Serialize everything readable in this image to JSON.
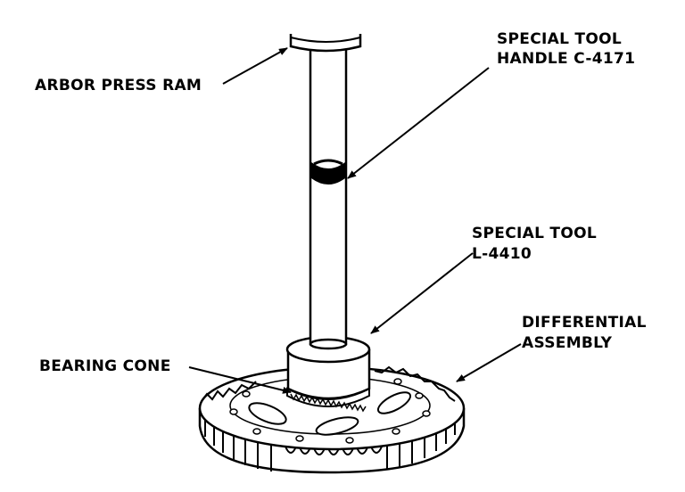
{
  "labels": {
    "arbor_press_ram": "ARBOR PRESS RAM",
    "special_tool_handle_line1": "SPECIAL TOOL",
    "special_tool_handle_line2": "HANDLE C-4171",
    "special_tool_l4410_line1": "SPECIAL TOOL",
    "special_tool_l4410_line2": "L-4410",
    "differential_line1": "DIFFERENTIAL",
    "differential_line2": "ASSEMBLY",
    "bearing_cone": "BEARING CONE"
  }
}
